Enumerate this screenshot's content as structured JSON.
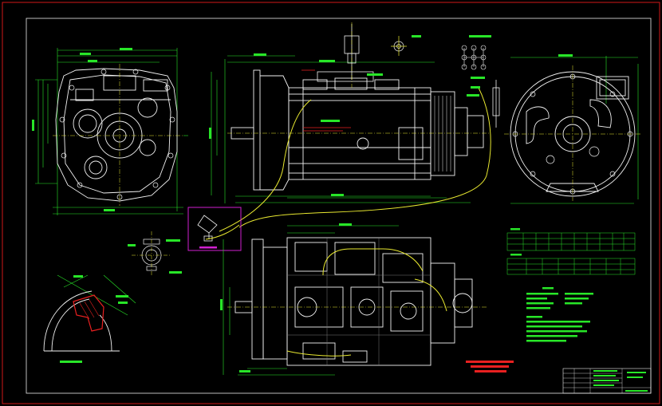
{
  "colors": {
    "background": "#000000",
    "frame": "#d01818",
    "geometry": "#f2f2f2",
    "dimensions": "#28e628",
    "centerlines": "#e8e830",
    "highlight": "#e82020",
    "callout_box": "#d020d0",
    "hidden_lines": "#7a7a7a"
  },
  "icons": {
    "front_view": "gearbox-front-view-icon",
    "side_view": "gearbox-side-view-icon",
    "rear_view": "gearbox-rear-view-icon",
    "plan_view": "gearbox-plan-view-icon",
    "shift_lever": "shift-lever-detail-icon",
    "clutch_fork": "clutch-fork-section-icon"
  },
  "tables": {
    "gear_ratio_rows": 3,
    "gear_ratio_cols": 10,
    "spec_rows": 3,
    "spec_cols": 9,
    "title_block_rows": 5
  }
}
